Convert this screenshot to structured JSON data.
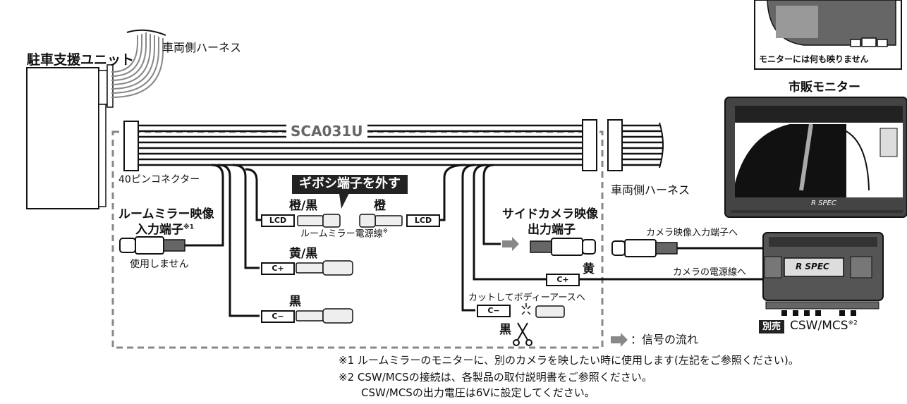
{
  "product_name": "SCA031U",
  "left_unit_label": "駐車支援ユニット",
  "harness_top_label": "車両側ハーネス",
  "harness_right_label": "車両側ハーネス",
  "connector_label": "40ピンコネクター",
  "callout": "ギボシ端子を外す",
  "room_mirror_input": {
    "line1": "ルームミラー映像",
    "line2": "入力端子",
    "mark": "※1",
    "note": "使用しません"
  },
  "wires": {
    "orange_black": "橙/黒",
    "orange": "橙",
    "mirror_power": "ルームミラー電源線",
    "mirror_power_mark": "※",
    "yellow_black": "黄/黒",
    "black": "黒",
    "yellow": "黄",
    "cut_ground": "カットしてボディーアースへ",
    "black_cut": "黒"
  },
  "connectors": {
    "lcd": "LCD",
    "c_plus": "C+",
    "c_minus": "C−"
  },
  "side_camera": {
    "line1": "サイドカメラ映像",
    "line2": "出力端子"
  },
  "camera_video_in": "カメラ映像入力端子へ",
  "camera_power": "カメラの電源線へ",
  "monitor_title": "市販モニター",
  "mirror_note": "モニターには何も映りません",
  "csw": {
    "badge": "別売",
    "name": "CSW/MCS",
    "mark": "※2",
    "brand": "R SPEC"
  },
  "monitor_brand": "R SPEC",
  "legend": "：信号の流れ",
  "notes": [
    "※1 ルームミラーのモニターに、別のカメラを映したい時に使用します(左記をご参照ください)。",
    "※2 CSW/MCSの接続は、各製品の取付説明書をご参照ください。",
    "CSW/MCSの出力電圧は6Vに設定してください。"
  ]
}
